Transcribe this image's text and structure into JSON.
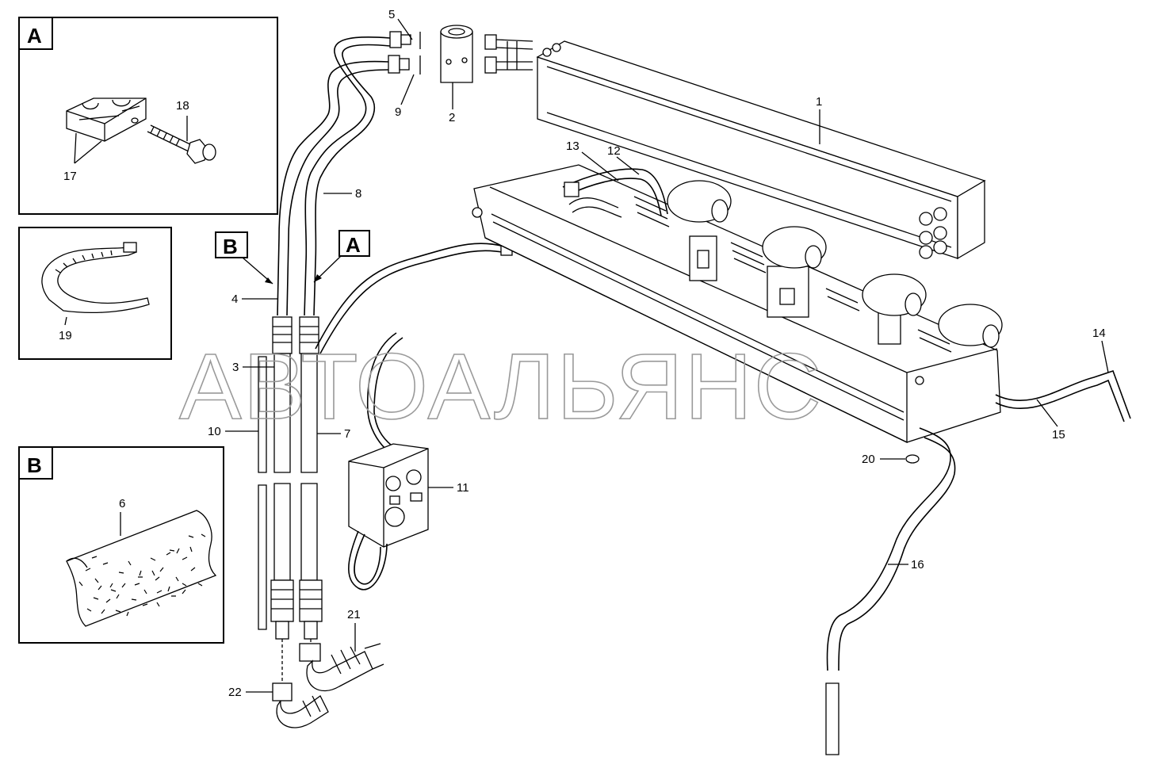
{
  "callouts": {
    "c1": "1",
    "c2": "2",
    "c3": "3",
    "c4": "4",
    "c5": "5",
    "c6": "6",
    "c7": "7",
    "c8": "8",
    "c9": "9",
    "c10": "10",
    "c11": "11",
    "c12": "12",
    "c13": "13",
    "c14": "14",
    "c15": "15",
    "c16": "16",
    "c17": "17",
    "c18": "18",
    "c19": "19",
    "c20": "20",
    "c21": "21",
    "c22": "22"
  },
  "detail_boxes": {
    "a_label": "A",
    "b_label": "B",
    "ref_a_label": "A",
    "ref_b_label": "B"
  },
  "watermark": "АВТОАЛЬЯНС"
}
